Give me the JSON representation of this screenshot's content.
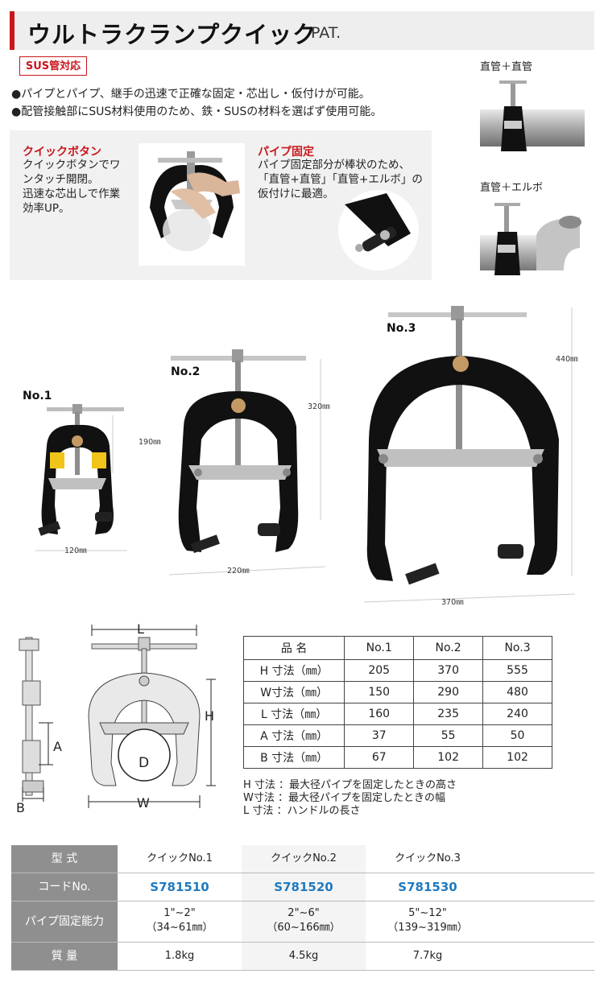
{
  "header": {
    "title": "ウルトラクランプクイック",
    "pat": "PAT.",
    "badge": "SUS管対応"
  },
  "bullets": [
    "●パイプとパイプ、継手の迅速で正確な固定・芯出し・仮付けが可能。",
    "●配管接触部にSUS材料使用のため、鉄・SUSの材料を選ばず使用可能。"
  ],
  "features": {
    "quick": {
      "title": "クイックボタン",
      "lines": [
        "クイックボタンでワ",
        "ンタッチ開閉。",
        "迅速な芯出しで作業",
        "効率UP。"
      ]
    },
    "pipe": {
      "title": "パイプ固定",
      "lines": [
        "パイプ固定部分が棒状のため、",
        "「直管+直管」「直管+エルボ」の",
        "仮付けに最適。"
      ]
    }
  },
  "photo_labels": {
    "straight": "直管＋直管",
    "elbow": "直管＋エルボ"
  },
  "models": {
    "no1": {
      "label": "No.1",
      "height": "190㎜",
      "width": "120㎜"
    },
    "no2": {
      "label": "No.2",
      "height": "320㎜",
      "width": "220㎜"
    },
    "no3": {
      "label": "No.3",
      "height": "440㎜",
      "width": "370㎜"
    }
  },
  "diagram": {
    "L": "L",
    "H": "H",
    "A": "A",
    "B": "B",
    "D": "D",
    "W": "W"
  },
  "spec_table": {
    "headers": [
      "品 名",
      "No.1",
      "No.2",
      "No.3"
    ],
    "rows": [
      [
        "H 寸法（㎜）",
        "205",
        "370",
        "555"
      ],
      [
        "W寸法（㎜）",
        "150",
        "290",
        "480"
      ],
      [
        "L 寸法（㎜）",
        "160",
        "235",
        "240"
      ],
      [
        "A 寸法（㎜）",
        "37",
        "55",
        "50"
      ],
      [
        "B 寸法（㎜）",
        "67",
        "102",
        "102"
      ]
    ]
  },
  "notes": [
    "H 寸法 ：最大径パイプを固定したときの高さ",
    "W寸法 ：最大径パイプを固定したときの幅",
    "L 寸法 ：ハンドルの長さ"
  ],
  "bottom_table": {
    "model_label": "型 式",
    "models": [
      "クイックNo.1",
      "クイックNo.2",
      "クイックNo.3"
    ],
    "code_label": "コードNo.",
    "codes": [
      "S781510",
      "S781520",
      "S781530"
    ],
    "capacity_label": "パイプ固定能力",
    "capacity_inch": [
      "1\"~2\"",
      "2\"~6\"",
      "5\"~12\""
    ],
    "capacity_mm": [
      "（34~61㎜）",
      "（60~166㎜）",
      "（139~319㎜）"
    ],
    "weight_label": "質 量",
    "weights": [
      "1.8kg",
      "4.5kg",
      "7.7kg"
    ]
  },
  "colors": {
    "accent": "#c8161d",
    "code": "#1f7ac0",
    "header_gray": "#8f8f8f"
  }
}
